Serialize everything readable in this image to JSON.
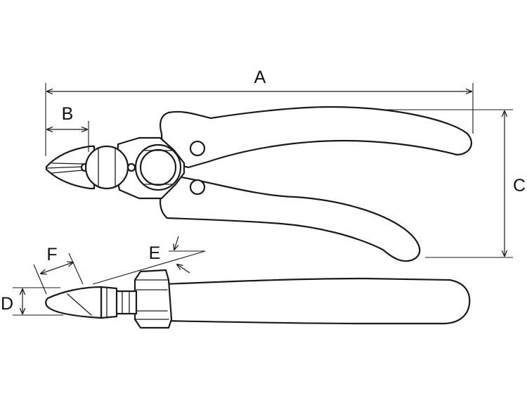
{
  "dimensions": {
    "A": "A",
    "B": "B",
    "C": "C",
    "D": "D",
    "E": "E",
    "F": "F"
  }
}
